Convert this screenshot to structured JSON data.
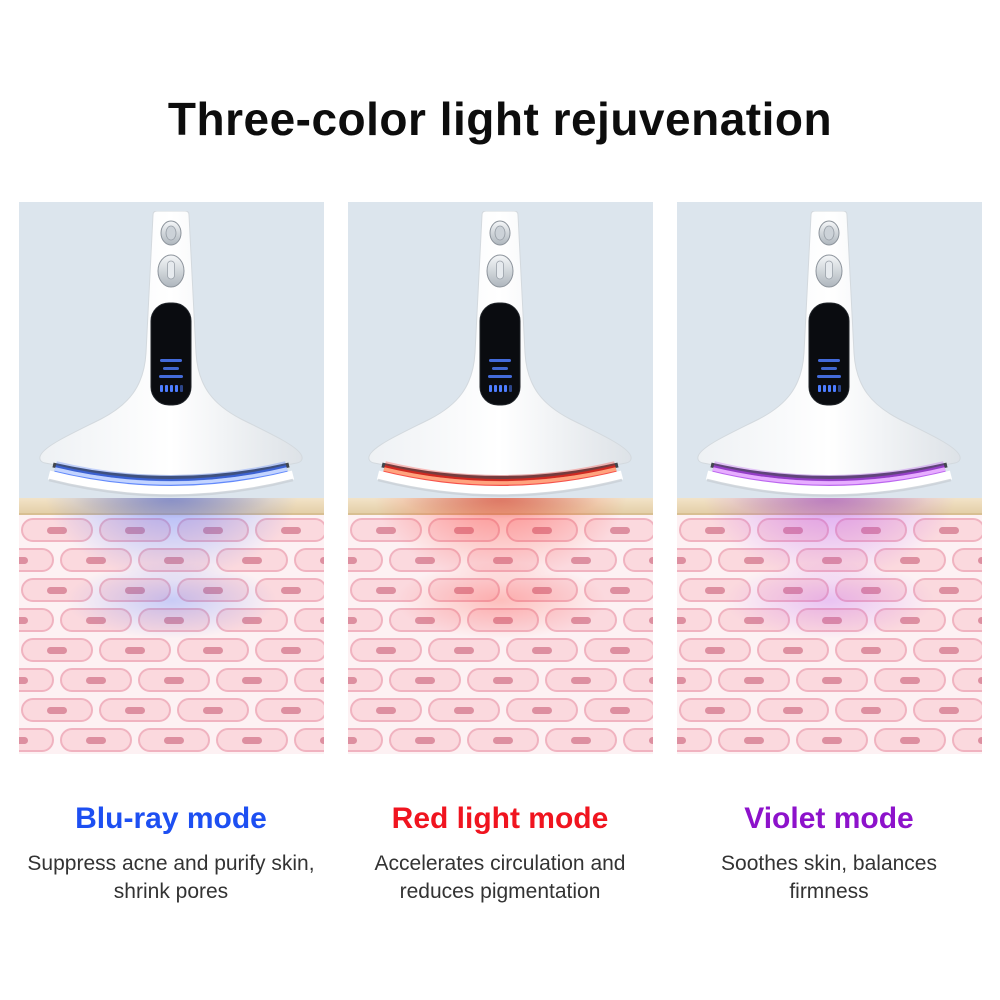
{
  "title": "Three-color light rejuvenation",
  "modes": [
    {
      "name": "Blu-ray mode",
      "description": "Suppress acne and purify skin, shrink pores",
      "color": "#1d4ff2",
      "glow_color": "#3b6bff"
    },
    {
      "name": "Red light mode",
      "description": "Accelerates circulation and reduces pigmentation",
      "color": "#f0141f",
      "glow_color": "#ff2014"
    },
    {
      "name": "Violet mode",
      "description": "Soothes skin, balances firmness",
      "color": "#8d12cb",
      "glow_color": "#b13cf0"
    }
  ],
  "illustration": {
    "device": "white facial massage device with metal buttons and black display",
    "skin": "layered pink skin cell illustration with tan surface layer"
  }
}
